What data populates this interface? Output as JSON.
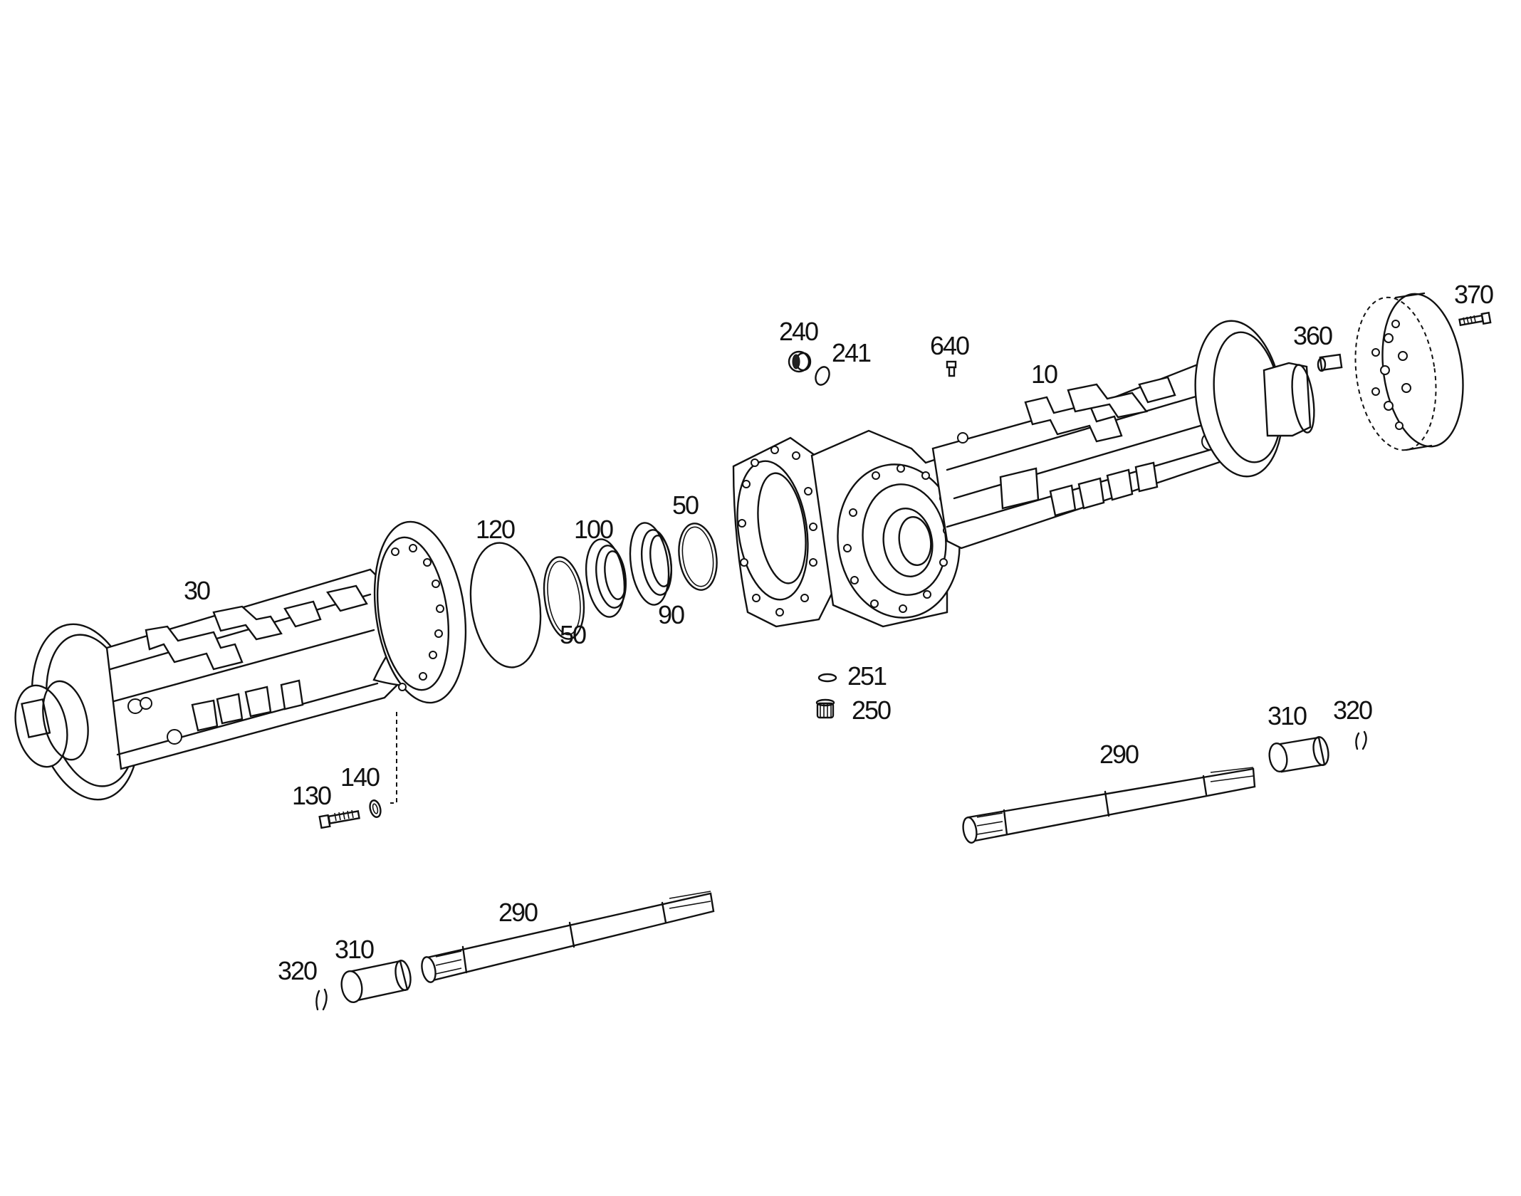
{
  "diagram": {
    "callouts": [
      {
        "id": "c-10",
        "text": "10"
      },
      {
        "id": "c-30",
        "text": "30"
      },
      {
        "id": "c-50a",
        "text": "50"
      },
      {
        "id": "c-50b",
        "text": "50"
      },
      {
        "id": "c-90",
        "text": "90"
      },
      {
        "id": "c-100",
        "text": "100"
      },
      {
        "id": "c-120",
        "text": "120"
      },
      {
        "id": "c-130",
        "text": "130"
      },
      {
        "id": "c-140",
        "text": "140"
      },
      {
        "id": "c-240",
        "text": "240"
      },
      {
        "id": "c-241",
        "text": "241"
      },
      {
        "id": "c-250",
        "text": "250"
      },
      {
        "id": "c-251",
        "text": "251"
      },
      {
        "id": "c-290a",
        "text": "290"
      },
      {
        "id": "c-290b",
        "text": "290"
      },
      {
        "id": "c-310a",
        "text": "310"
      },
      {
        "id": "c-310b",
        "text": "310"
      },
      {
        "id": "c-320a",
        "text": "320"
      },
      {
        "id": "c-320b",
        "text": "320"
      },
      {
        "id": "c-360",
        "text": "360"
      },
      {
        "id": "c-370",
        "text": "370"
      },
      {
        "id": "c-640",
        "text": "640"
      }
    ]
  }
}
